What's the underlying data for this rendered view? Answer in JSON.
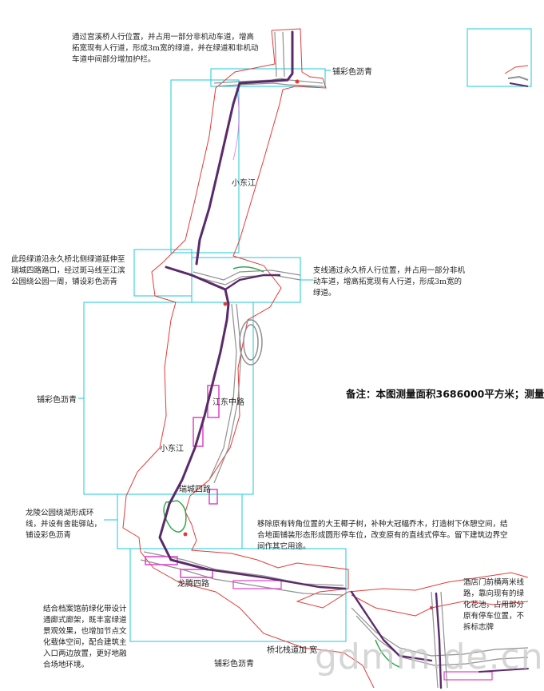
{
  "notes": {
    "top": "通过宫溪桥人行位置，并占用一部分非机动车道，增高拓宽现有人行道，形成3m宽的绿道，并在绿道和非机动车道中间部分增加护栏。",
    "left_mid": "此段绿道沿永久桥北侧绿道延伸至瑞城四路路口，经过斑马线至江滨公园绕公园一周，铺设彩色沥青",
    "right_mid": "支线通过永久桥人行位置，并占用一部分非机动车道，增高拓宽现有人行道，形成3m宽的绿道。",
    "left_low": "龙陵公园绕湖形成环线，并设有舍能驿站，铺设彩色沥青",
    "center_low": "移除原有转角位置的大王椰子树，补种大冠幅乔木，打造树下休憩空间，结合地面铺装形态形成圆形停车位，改变原有的直线式停车。留下建筑边界空间作其它用途。",
    "bottom_left": "结合档案馆前绿化带设计通廊式廊架，既丰富绿道景观效果，也增加节点文化载体空间，配合建筑主入口两边放置，更好地融合场地环境。",
    "bottom_right": "酒店门前横两米线路，靠向现有的绿化花池，占用部分原有停车位置，不拆标志牌"
  },
  "labels": {
    "asphalt_top": "铺彩色沥青",
    "river_top": "小东江",
    "asphalt_left": "铺彩色沥青",
    "road_mid": "江东中路",
    "river_mid": "小东江",
    "road_low": "瑞城四路",
    "road_bottom": "龙腾四路",
    "asphalt_bottom": "铺彩色沥青",
    "bridge_bottom": "桥北栈道加 宽",
    "remark": "备注：本图测量面积3686000平方米；测量"
  },
  "watermark": "gdmm.de.cn",
  "colors": {
    "cyan": "#1ec8d8",
    "red": "#e53a3a",
    "route": "#5a2a6a",
    "magenta": "#e040c8",
    "gray": "#909090",
    "green": "#2fa84f"
  }
}
